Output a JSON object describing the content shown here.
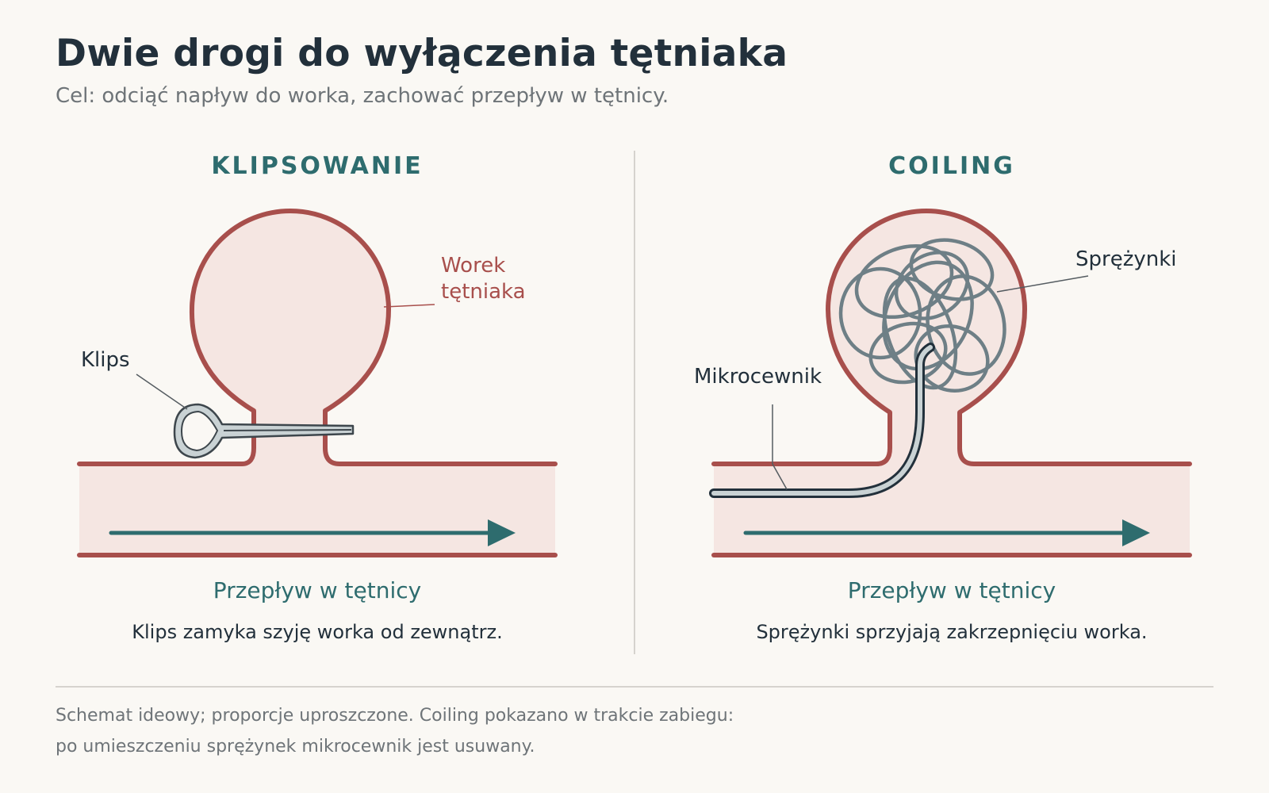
{
  "title": "Dwie drogi do wyłączenia tętniaka",
  "subtitle": "Cel: odciąć napływ do worka, zachować przepływ w tętnicy.",
  "colors": {
    "background": "#faf8f4",
    "vessel_wall": "#a84f4c",
    "vessel_fill": "#f5e6e2",
    "accent": "#2e6c6e",
    "coil": "#6e7f86",
    "clip_fill": "#c9d2d4",
    "clip_stroke": "#3d464c",
    "text_dark": "#22303b",
    "text_muted": "#6e7478"
  },
  "panels": {
    "clipping": {
      "heading": "KLIPSOWANIE",
      "label_clip": "Klips",
      "label_sac_line1": "Worek",
      "label_sac_line2": "tętniaka",
      "flow_label": "Przepływ w tętnicy",
      "caption": "Klips zamyka szyję worka od zewnątrz.",
      "icons": [
        "clip-icon",
        "flow-arrow-icon"
      ]
    },
    "coiling": {
      "heading": "COILING",
      "label_coils": "Sprężynki",
      "label_catheter": "Mikrocewnik",
      "flow_label": "Przepływ w tętnicy",
      "caption": "Sprężynki sprzyjają zakrzepnięciu worka.",
      "icons": [
        "coil-icon",
        "microcatheter-icon",
        "flow-arrow-icon"
      ]
    }
  },
  "footnote": {
    "line1": "Schemat ideowy; proporcje uproszczone. Coiling pokazano w trakcie zabiegu:",
    "line2": "po umieszczeniu sprężynek mikrocewnik jest usuwany."
  }
}
